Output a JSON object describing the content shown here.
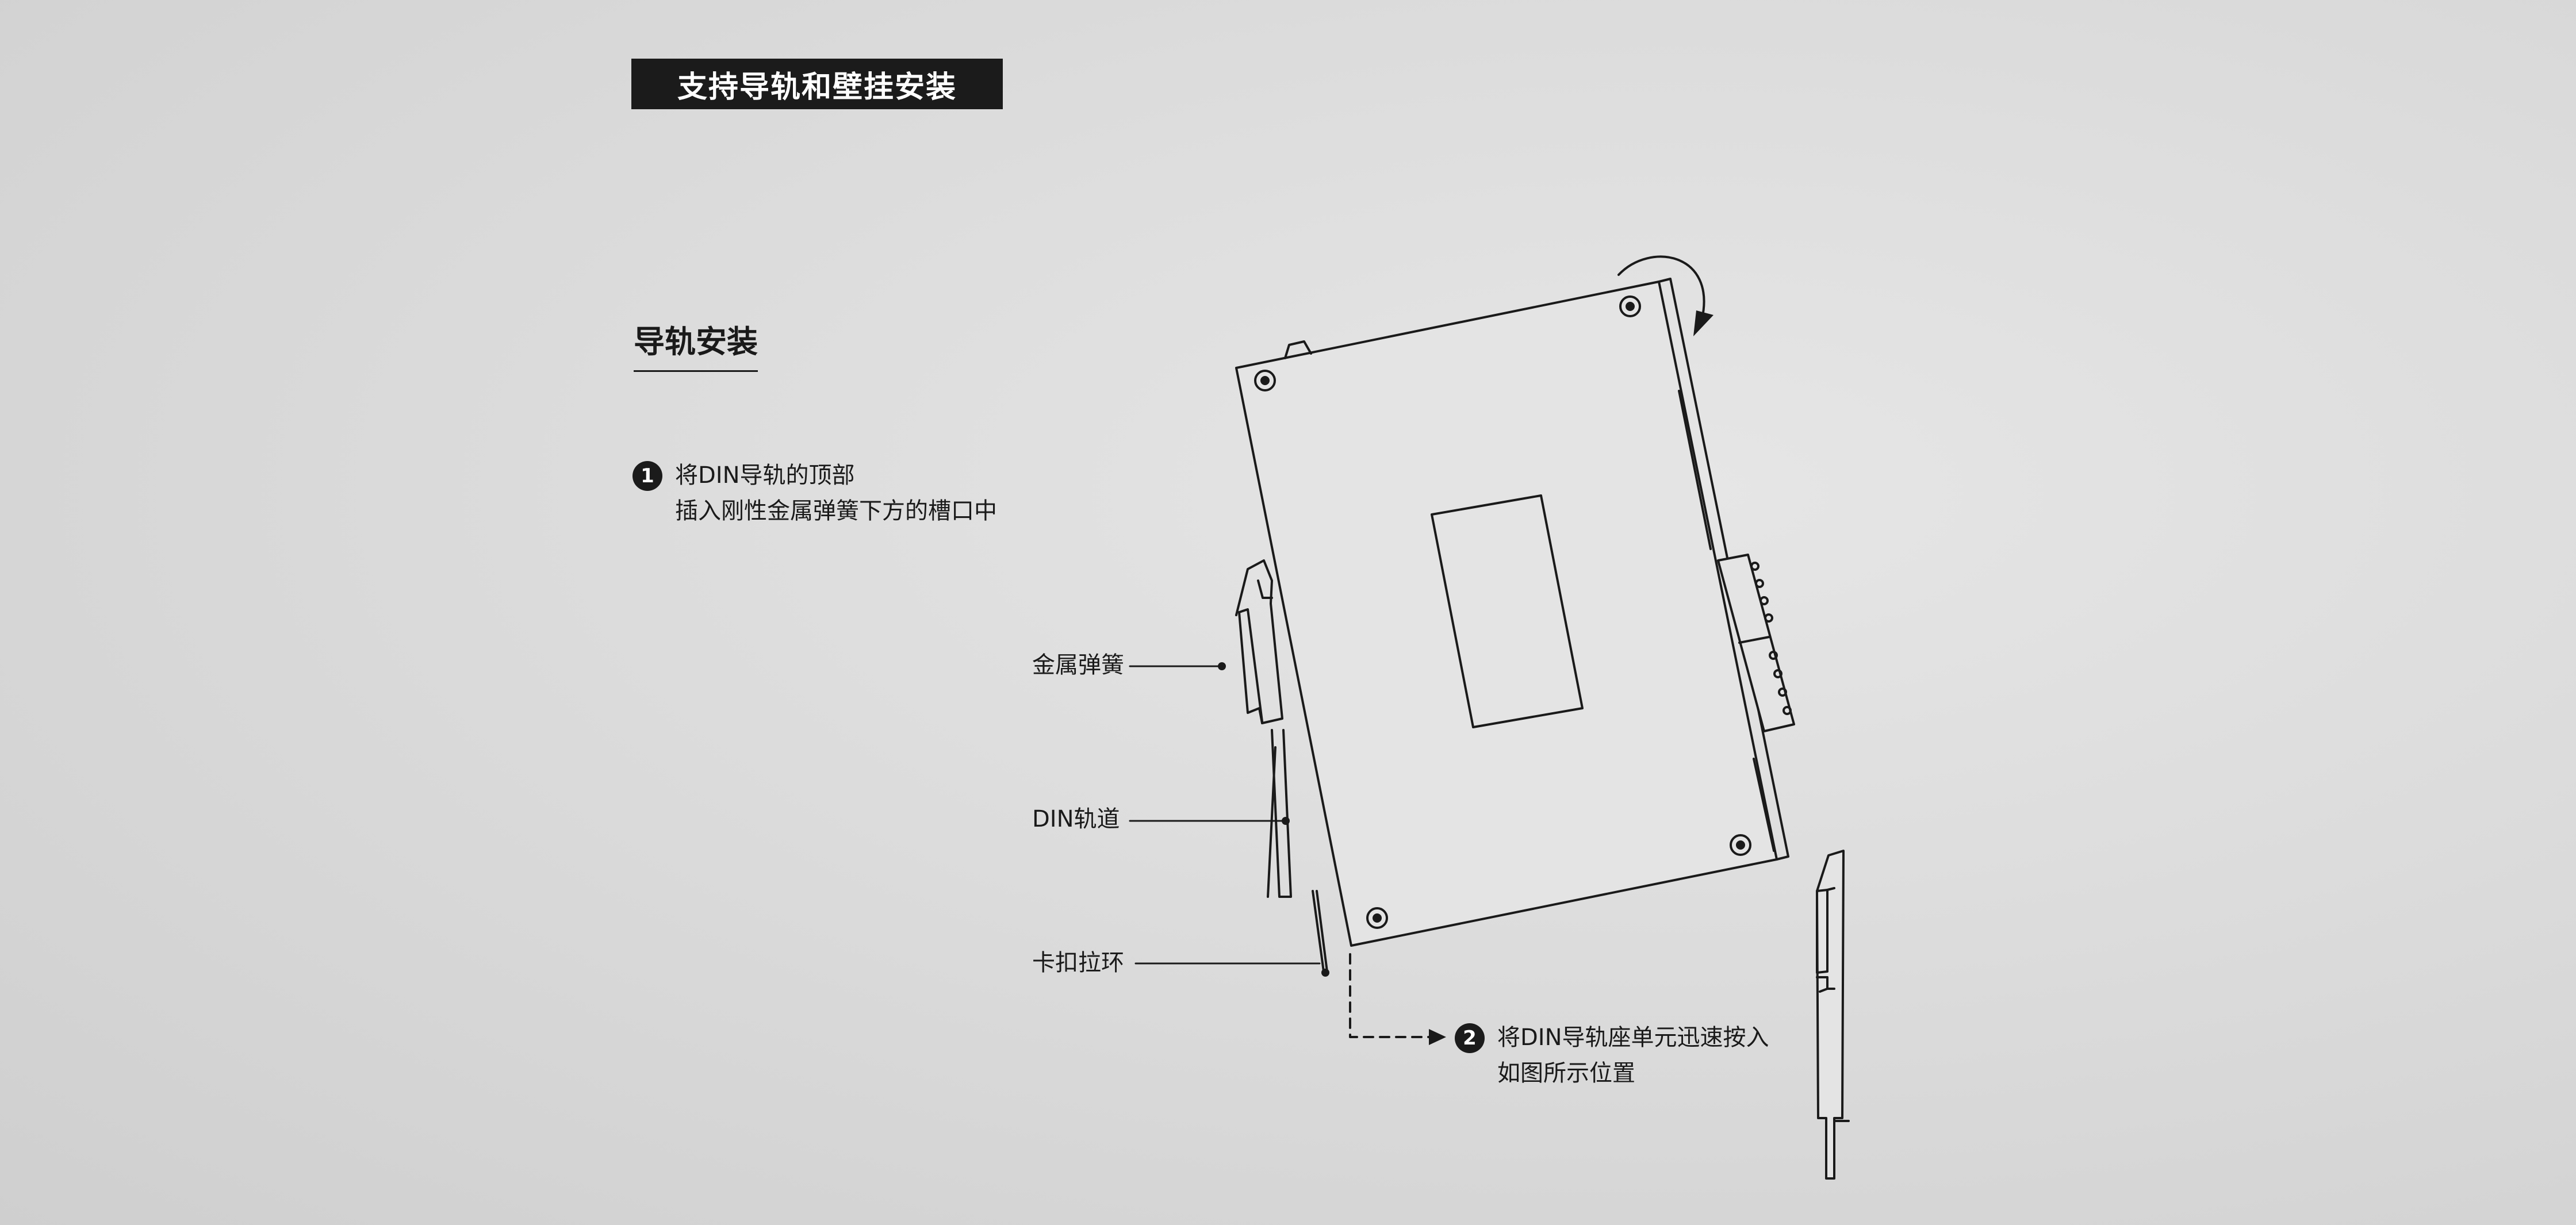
{
  "header": {
    "title": "支持导轨和壁挂安装"
  },
  "section": {
    "title": "导轨安装"
  },
  "steps": [
    {
      "number": "1",
      "line1": "将DIN导轨的顶部",
      "line2": "插入刚性金属弹簧下方的槽口中"
    },
    {
      "number": "2",
      "line1": "将DIN导轨座单元迅速按入",
      "line2": "如图所示位置"
    }
  ],
  "callouts": {
    "spring": "金属弹簧",
    "rail": "DIN轨道",
    "ring": "卡扣拉环"
  },
  "icons": {
    "rotate": "rotate-arrow-icon",
    "screw": "screw-icon",
    "dashed_arrow": "dashed-arrow-icon"
  },
  "colors": {
    "background": "#dcdcdc",
    "banner": "#1b1b1b",
    "line": "#1a1a1a"
  }
}
